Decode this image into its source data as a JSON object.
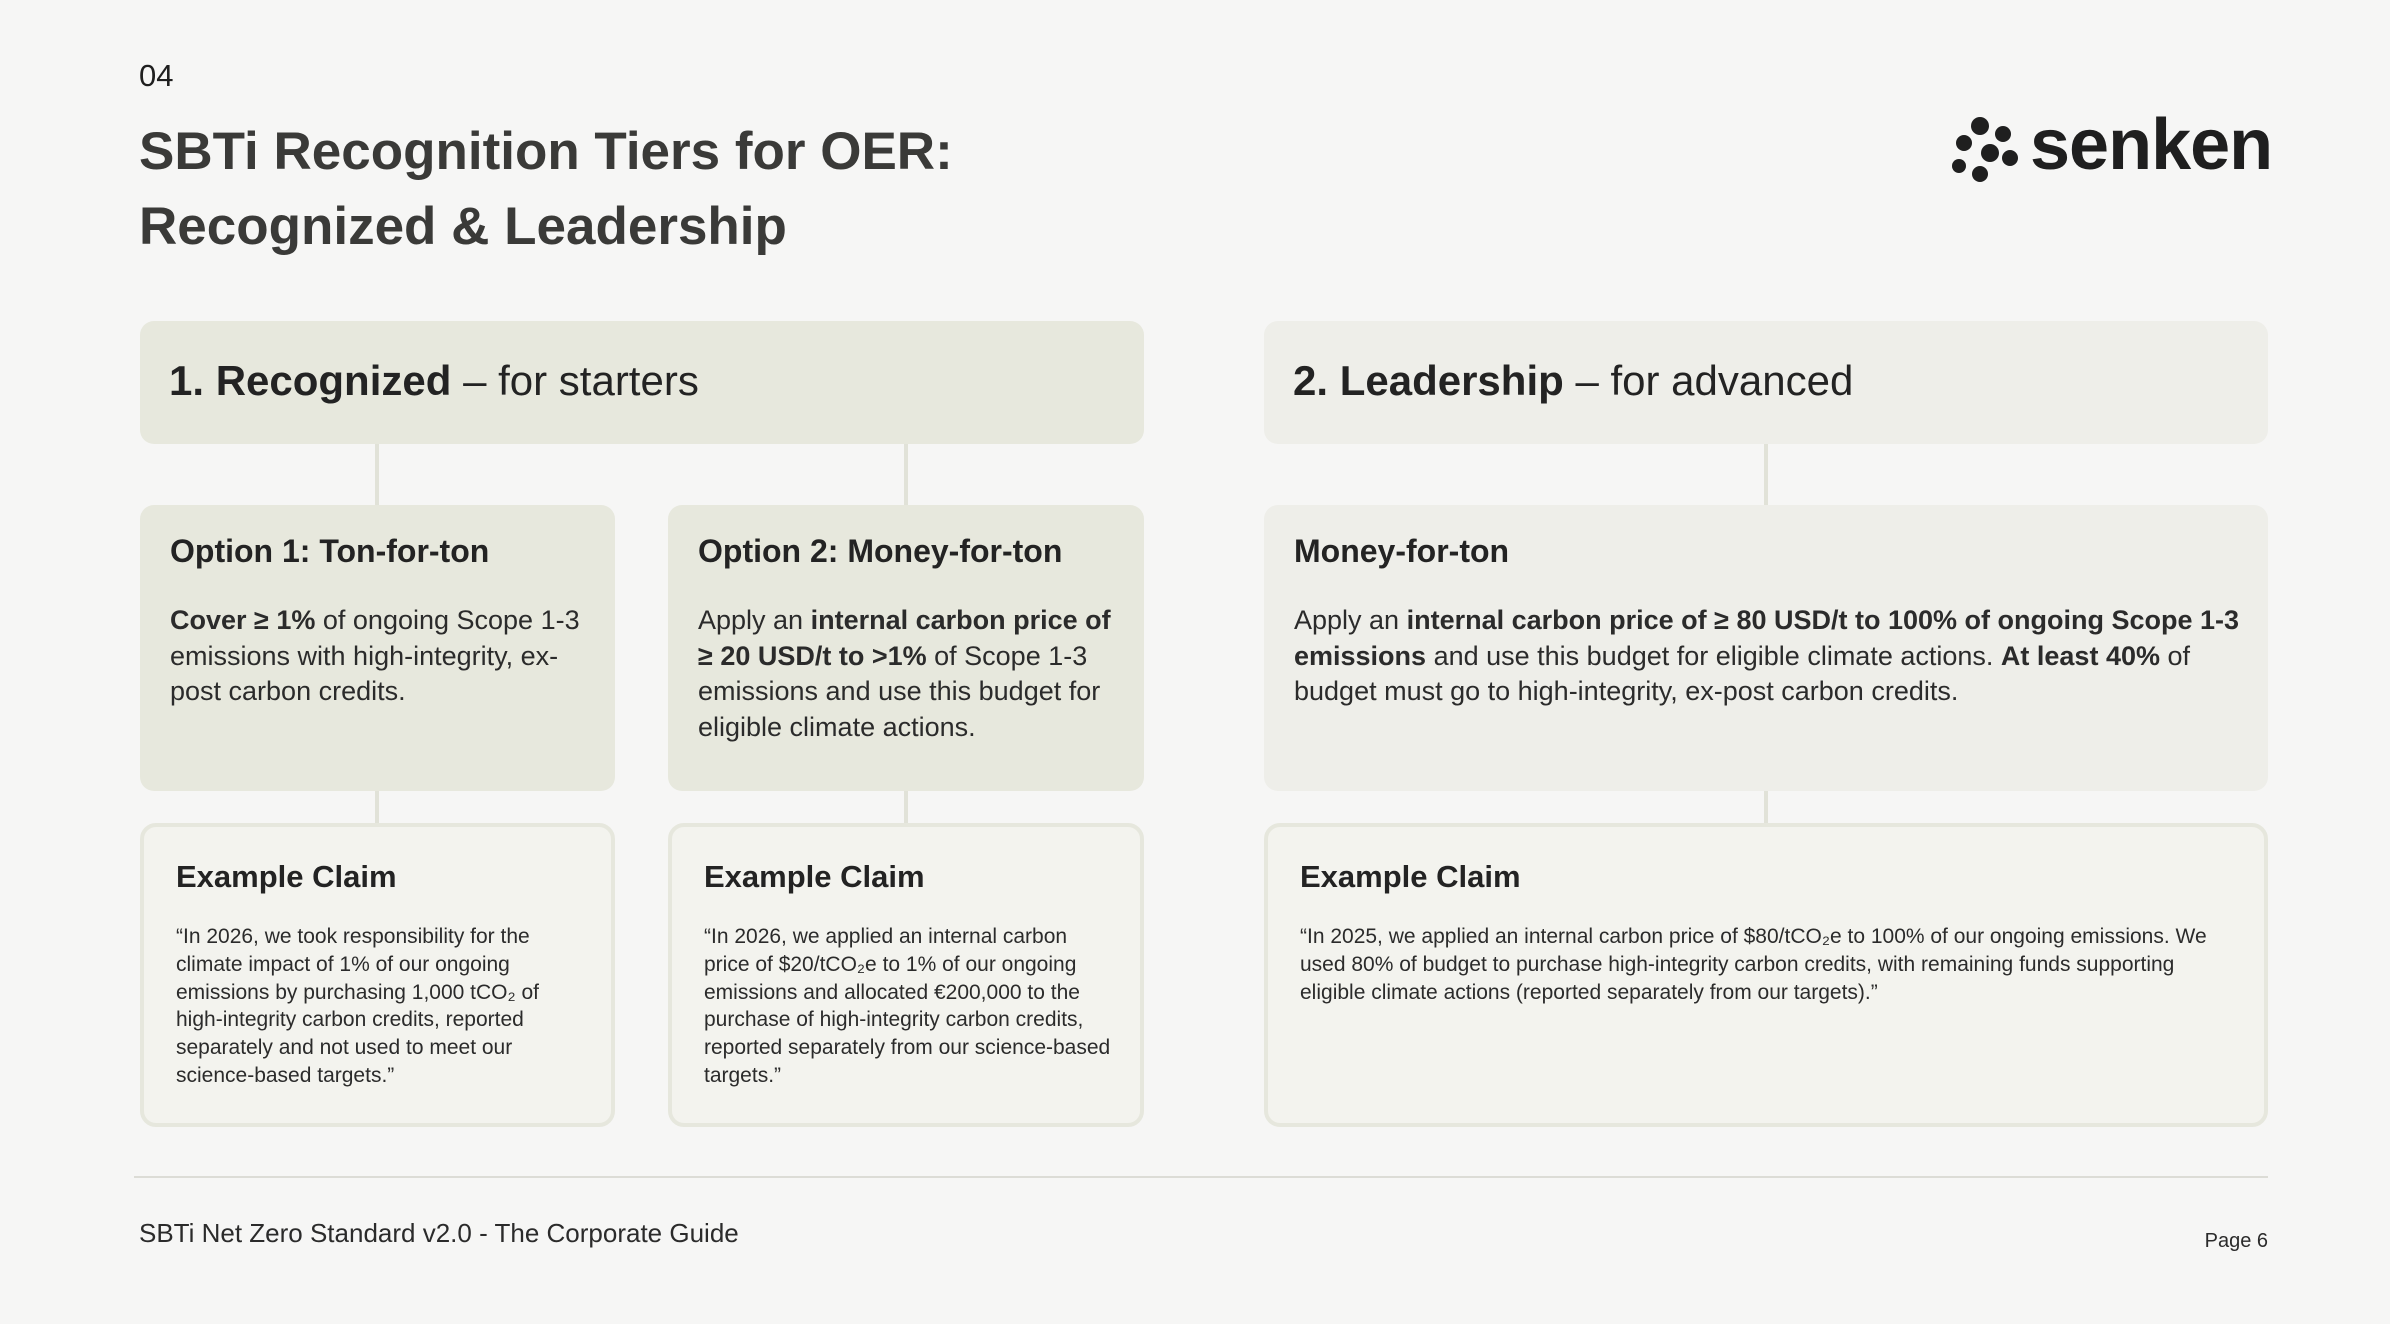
{
  "header": {
    "page_number": "04",
    "title_line1": "SBTi Recognition Tiers for OER:",
    "title_line2": "Recognized & Leadership",
    "logo_text": "senken"
  },
  "tiers": [
    {
      "title": "1. Recognized",
      "subtitle": "– for starters"
    },
    {
      "title": "2. Leadership",
      "subtitle": "– for advanced"
    }
  ],
  "options": [
    {
      "title": "Option 1: Ton-for-ton",
      "body_bold1": "Cover ≥ 1%",
      "body_text1": " of ongoing Scope 1-3 emissions with high-integrity, ex-post carbon credits."
    },
    {
      "title": "Option 2: Money-for-ton",
      "body_text1": "Apply an ",
      "body_bold1": "internal carbon price of ≥ 20 USD/t to >1%",
      "body_text2": " of Scope 1-3 emissions and use this budget for eligible climate actions."
    },
    {
      "title": "Money-for-ton",
      "body_text1": "Apply an ",
      "body_bold1": "internal carbon price of ≥ 80 USD/t to 100% of ongoing Scope 1-3 emissions",
      "body_text2": " and use this budget for eligible climate actions. ",
      "body_bold2": "At least 40%",
      "body_text3": " of budget must go to high-integrity, ex-post carbon credits."
    }
  ],
  "examples": [
    {
      "title": "Example Claim",
      "quote": "“In 2026, we took responsibility for the climate impact of 1% of our ongoing emissions by purchasing 1,000 tCO₂ of high-integrity carbon credits, reported separately and not used to meet our science-based targets.”"
    },
    {
      "title": "Example Claim",
      "quote": "“In 2026, we applied an internal carbon price of $20/tCO₂e to 1% of our ongoing emissions and allocated €200,000 to the purchase of high-integrity carbon credits, reported separately from our science-based targets.”"
    },
    {
      "title": "Example Claim",
      "quote": "“In 2025, we applied an internal carbon price of $80/tCO₂e to 100% of our ongoing emissions. We used 80% of budget to purchase high-integrity carbon credits, with remaining funds supporting eligible climate actions (reported separately from our targets).”"
    }
  ],
  "footer": {
    "doc_title": "SBTi Net Zero Standard v2.0 - The Corporate Guide",
    "page_label": "Page 6"
  }
}
